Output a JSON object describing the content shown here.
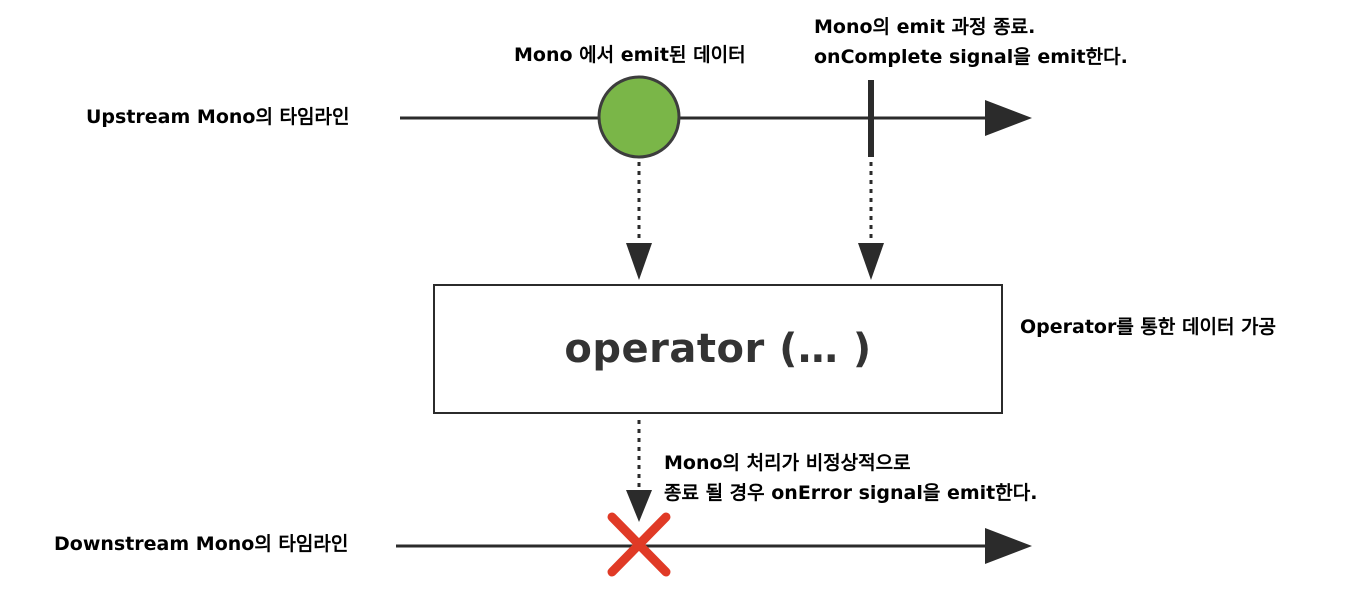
{
  "labels": {
    "upstream_timeline": "Upstream Mono의 타임라인",
    "downstream_timeline": "Downstream Mono의 타임라인",
    "emitted_data": "Mono 에서 emit된 데이터",
    "complete_line1": "Mono의 emit 과정 종료.",
    "complete_line2": "onComplete signal을 emit한다.",
    "operator_description": "Operator를 통한 데이터 가공",
    "error_line1": "Mono의 처리가 비정상적으로",
    "error_line2": "종료 될 경우 onError signal을 emit한다."
  },
  "operator": {
    "text": "operator (… )"
  },
  "colors": {
    "line": "#2b2b2b",
    "data_item_fill": "#7ab648",
    "data_item_stroke": "#3d3d3d",
    "error_mark": "#e03a26"
  }
}
